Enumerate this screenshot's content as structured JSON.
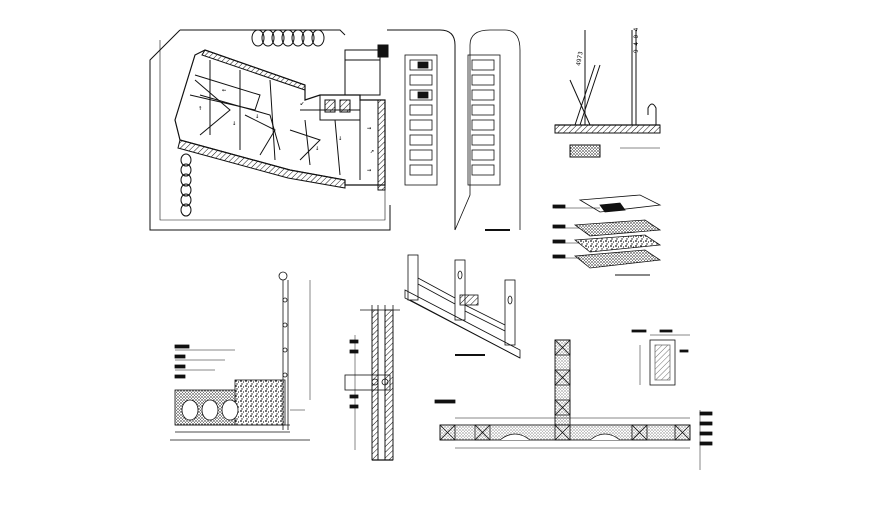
{
  "drawing": {
    "background": "#ffffff",
    "ink": "#111111",
    "sections": [
      "site-plan-with-parking",
      "parking-row-plan",
      "sign-post-elevation",
      "layered-paving-detail",
      "retaining-wall-section",
      "column-vertical-section",
      "frame-isometric-detail",
      "wall-plan-section",
      "window-detail"
    ],
    "labels": {
      "sign_letters": "4973",
      "sign_letters_2": "9 4 0 4"
    }
  }
}
